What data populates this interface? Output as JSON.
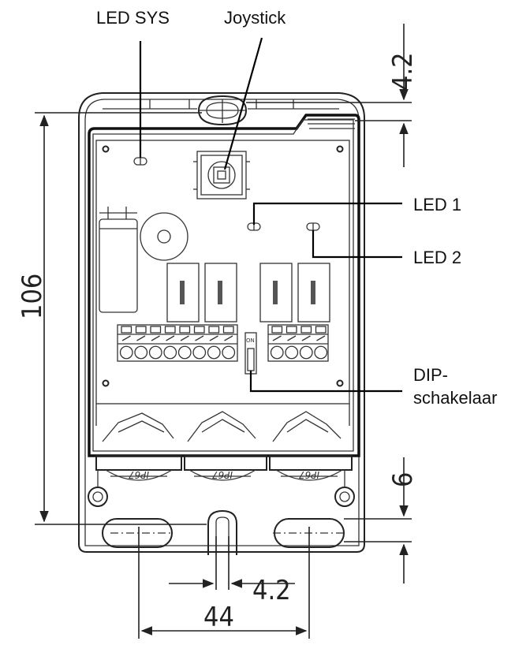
{
  "labels": {
    "led_sys": "LED SYS",
    "joystick": "Joystick",
    "led1": "LED 1",
    "led2": "LED 2",
    "dip_line1": "DIP-",
    "dip_line2": "schakelaar"
  },
  "dimensions": {
    "top": "4.2",
    "height": "106",
    "bottom_right": "6",
    "hole": "4.2",
    "width": "44"
  },
  "markings": {
    "dip_on": "ON",
    "gland": "IP67"
  },
  "colors": {
    "line": "#222222",
    "background": "#ffffff"
  }
}
